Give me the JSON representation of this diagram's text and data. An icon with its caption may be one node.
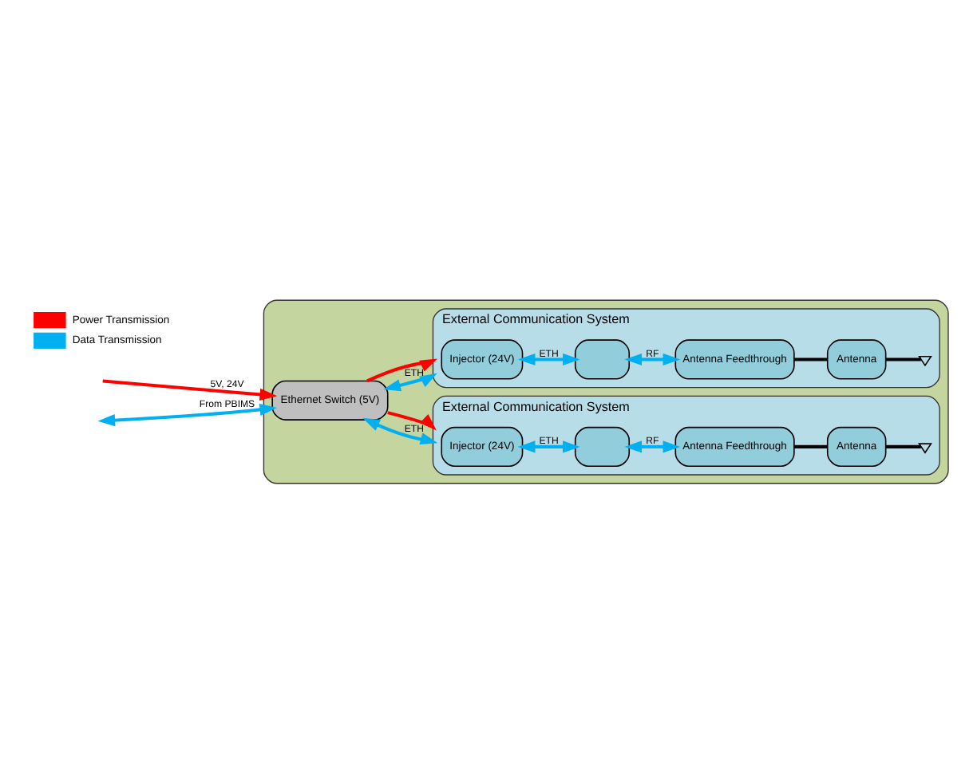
{
  "diagram": {
    "nodes": [
      {
        "text": [],
        "shape": "box"
      },
      {
        "text": [
          "Ethernet Switch (5V)"
        ],
        "in": 0
      },
      {
        "text": [
          "External Communication System"
        ],
        "in": 0
      },
      {
        "text": [
          "Injector (24V)"
        ],
        "in": 2
      },
      {
        "text": [],
        "shape": "box",
        "in": 2
      },
      {
        "text": [
          "Antenna"
        ],
        "in": 2
      },
      {
        "text": [
          "Antenna Feedthrough"
        ],
        "in": 2
      },
      {
        "text": [],
        "shape": "antenna",
        "in": 2
      },
      {
        "text": [
          "External Communication System"
        ],
        "in": 0
      },
      {
        "text": [
          "Injector (24V)"
        ],
        "in": 8
      },
      {
        "text": [],
        "shape": "box",
        "in": 8
      },
      {
        "text": [
          "Antenna"
        ],
        "in": 8
      },
      {
        "text": [
          "Antenna Feedthrough"
        ],
        "in": 8
      },
      {
        "text": [],
        "shape": "antenna",
        "in": 8
      }
    ],
    "edges": [
      {
        "from": null,
        "to": 1,
        "arrow": "to",
        "label": "5V, 24V",
        "color": "#ff0000"
      },
      {
        "from": null,
        "to": 1,
        "arrow": "both",
        "label": "From PBIMS"
      },
      {
        "from": 1,
        "to": 2,
        "arrow": "both",
        "label": "ETH"
      },
      {
        "from": 1,
        "to": 2,
        "arrow": "to",
        "color": "#ff0000"
      },
      {
        "from": 1,
        "to": 8,
        "arrow": "both",
        "label": "ETH"
      },
      {
        "from": 1,
        "to": 8,
        "arrow": "to",
        "color": "#ff0000"
      },
      {
        "from": 3,
        "to": 4,
        "arrow": "both",
        "label": "ETH"
      },
      {
        "from": 4,
        "to": 6,
        "arrow": "both",
        "label": "RF"
      },
      {
        "from": 6,
        "to": 5,
        "arrow": "none",
        "color": "#000000"
      },
      {
        "from": 5,
        "to": 7,
        "arrow": "none",
        "color": "#000000"
      },
      {
        "from": 9,
        "to": 10,
        "arrow": "both",
        "label": "ETH"
      },
      {
        "from": 10,
        "to": 12,
        "arrow": "both",
        "label": "RF"
      },
      {
        "from": 12,
        "to": 11,
        "arrow": "none",
        "color": "#000000"
      },
      {
        "from": 11,
        "to": 13,
        "arrow": "none",
        "color": "#000000"
      }
    ],
    "legend": [
      {
        "text": "Power Transmission",
        "color": "#ff0000"
      },
      {
        "text": "Data Transmission",
        "color": "#00b0f0"
      }
    ]
  }
}
